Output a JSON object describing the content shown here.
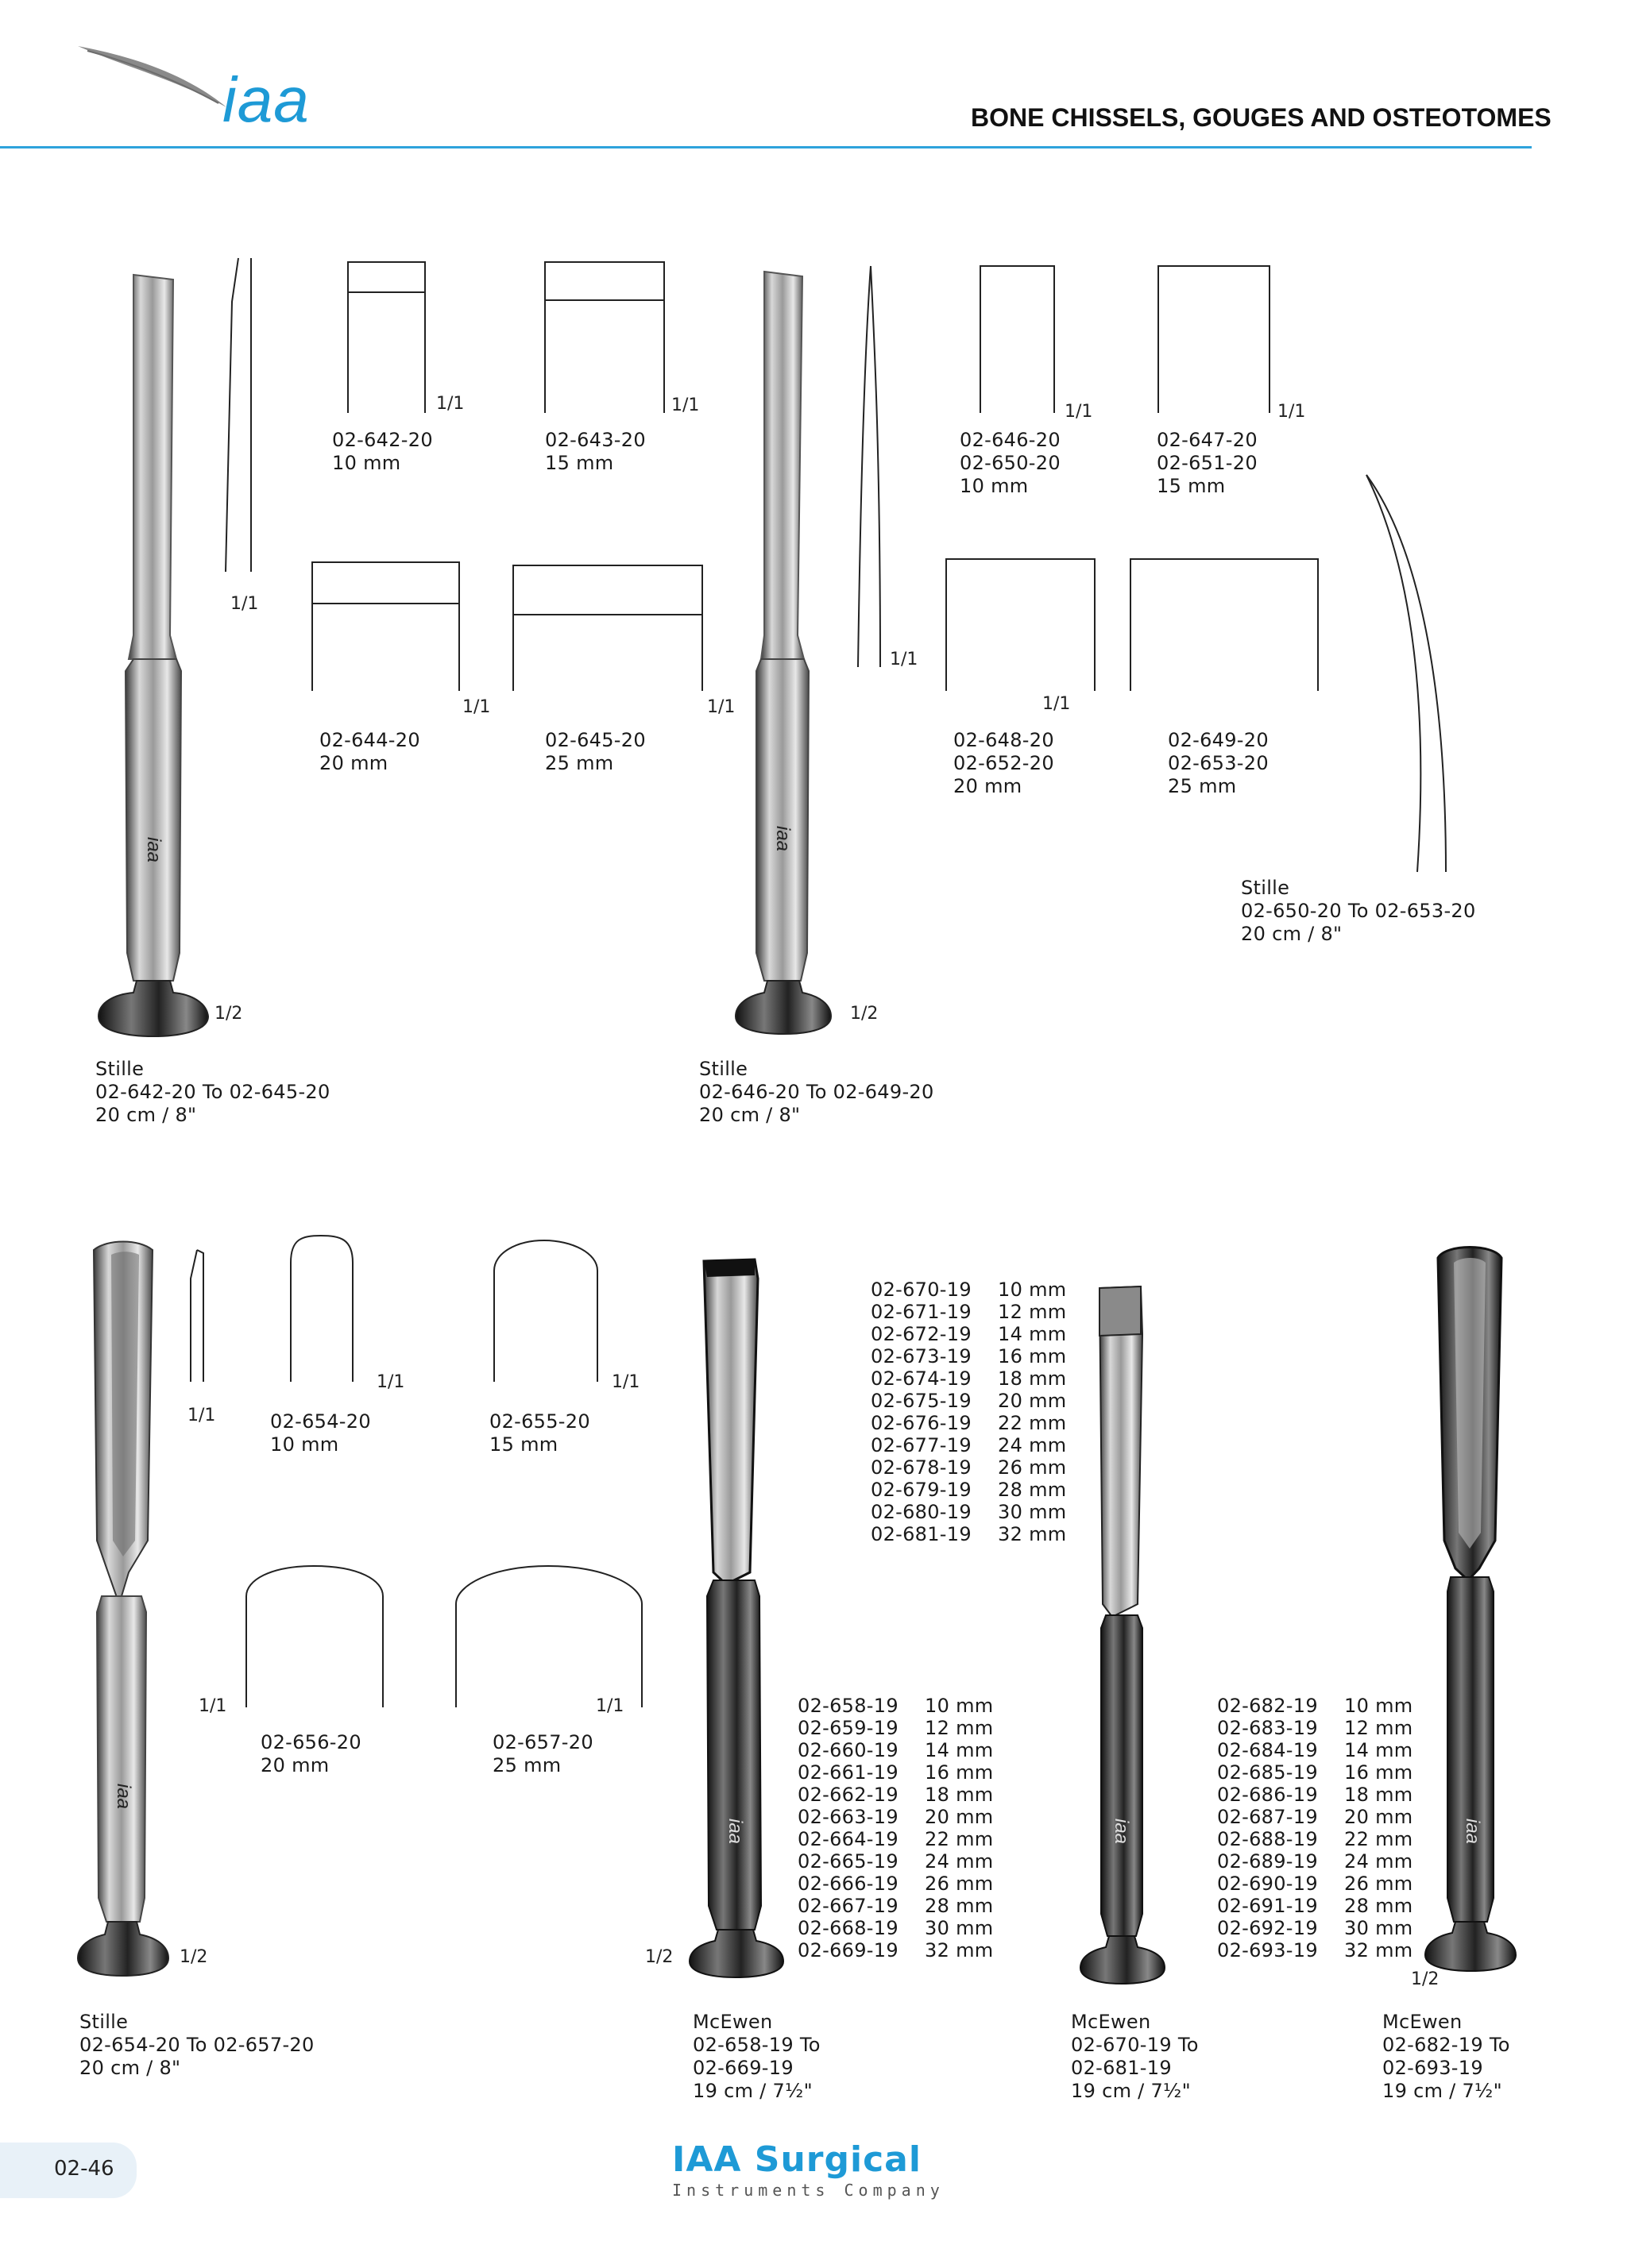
{
  "header": {
    "logo_text": "iaa",
    "title": "BONE CHISSELS, GOUGES AND OSTEOTOMES"
  },
  "scales": {
    "full": "1/1",
    "half": "1/2"
  },
  "top_left": {
    "tips": [
      {
        "code": "02-642-20",
        "size": "10 mm"
      },
      {
        "code": "02-643-20",
        "size": "15 mm"
      },
      {
        "code": "02-644-20",
        "size": "20 mm"
      },
      {
        "code": "02-645-20",
        "size": "25 mm"
      }
    ],
    "caption": {
      "name": "Stille",
      "range": "02-642-20 To 02-645-20",
      "length": "20 cm / 8\""
    }
  },
  "top_right": {
    "tips": [
      {
        "code": "02-646-20",
        "code2": "02-650-20",
        "size": "10 mm"
      },
      {
        "code": "02-647-20",
        "code2": "02-651-20",
        "size": "15 mm"
      },
      {
        "code": "02-648-20",
        "code2": "02-652-20",
        "size": "20 mm"
      },
      {
        "code": "02-649-20",
        "code2": "02-653-20",
        "size": "25 mm"
      }
    ],
    "caption": {
      "name": "Stille",
      "range": "02-646-20 To 02-649-20",
      "length": "20 cm / 8\""
    },
    "curved_caption": {
      "name": "Stille",
      "range": "02-650-20 To 02-653-20",
      "length": "20 cm / 8\""
    }
  },
  "bottom_left": {
    "tips": [
      {
        "code": "02-654-20",
        "size": "10 mm"
      },
      {
        "code": "02-655-20",
        "size": "15 mm"
      },
      {
        "code": "02-656-20",
        "size": "20 mm"
      },
      {
        "code": "02-657-20",
        "size": "25 mm"
      }
    ],
    "caption": {
      "name": "Stille",
      "range": "02-654-20 To 02-657-20",
      "length": "20 cm / 8\""
    }
  },
  "mcewen_lists": {
    "list_670": [
      {
        "code": "02-670-19",
        "size": "10 mm"
      },
      {
        "code": "02-671-19",
        "size": "12 mm"
      },
      {
        "code": "02-672-19",
        "size": "14 mm"
      },
      {
        "code": "02-673-19",
        "size": "16 mm"
      },
      {
        "code": "02-674-19",
        "size": "18 mm"
      },
      {
        "code": "02-675-19",
        "size": "20 mm"
      },
      {
        "code": "02-676-19",
        "size": "22 mm"
      },
      {
        "code": "02-677-19",
        "size": "24 mm"
      },
      {
        "code": "02-678-19",
        "size": "26 mm"
      },
      {
        "code": "02-679-19",
        "size": "28 mm"
      },
      {
        "code": "02-680-19",
        "size": "30 mm"
      },
      {
        "code": "02-681-19",
        "size": "32 mm"
      }
    ],
    "list_658": [
      {
        "code": "02-658-19",
        "size": "10 mm"
      },
      {
        "code": "02-659-19",
        "size": "12 mm"
      },
      {
        "code": "02-660-19",
        "size": "14 mm"
      },
      {
        "code": "02-661-19",
        "size": "16 mm"
      },
      {
        "code": "02-662-19",
        "size": "18 mm"
      },
      {
        "code": "02-663-19",
        "size": "20 mm"
      },
      {
        "code": "02-664-19",
        "size": "22 mm"
      },
      {
        "code": "02-665-19",
        "size": "24 mm"
      },
      {
        "code": "02-666-19",
        "size": "26 mm"
      },
      {
        "code": "02-667-19",
        "size": "28 mm"
      },
      {
        "code": "02-668-19",
        "size": "30 mm"
      },
      {
        "code": "02-669-19",
        "size": "32 mm"
      }
    ],
    "list_682": [
      {
        "code": "02-682-19",
        "size": "10 mm"
      },
      {
        "code": "02-683-19",
        "size": "12 mm"
      },
      {
        "code": "02-684-19",
        "size": "14 mm"
      },
      {
        "code": "02-685-19",
        "size": "16 mm"
      },
      {
        "code": "02-686-19",
        "size": "18 mm"
      },
      {
        "code": "02-687-19",
        "size": "20 mm"
      },
      {
        "code": "02-688-19",
        "size": "22 mm"
      },
      {
        "code": "02-689-19",
        "size": "24 mm"
      },
      {
        "code": "02-690-19",
        "size": "26 mm"
      },
      {
        "code": "02-691-19",
        "size": "28 mm"
      },
      {
        "code": "02-692-19",
        "size": "30 mm"
      },
      {
        "code": "02-693-19",
        "size": "32 mm"
      }
    ]
  },
  "mcewen_captions": [
    {
      "name": "McEwen",
      "range1": "02-658-19 To",
      "range2": "02-669-19",
      "length": "19 cm / 7½\""
    },
    {
      "name": "McEwen",
      "range1": "02-670-19 To",
      "range2": "02-681-19",
      "length": "19 cm / 7½\""
    },
    {
      "name": "McEwen",
      "range1": "02-682-19 To",
      "range2": "02-693-19",
      "length": "19 cm / 7½\""
    }
  ],
  "footer": {
    "page_number": "02-46",
    "brand": "IAA Surgical",
    "brand_sub": "Instruments Company"
  },
  "colors": {
    "accent": "#1e9ad6",
    "rule": "#2ea3dc",
    "ink": "#1a1a1a"
  }
}
